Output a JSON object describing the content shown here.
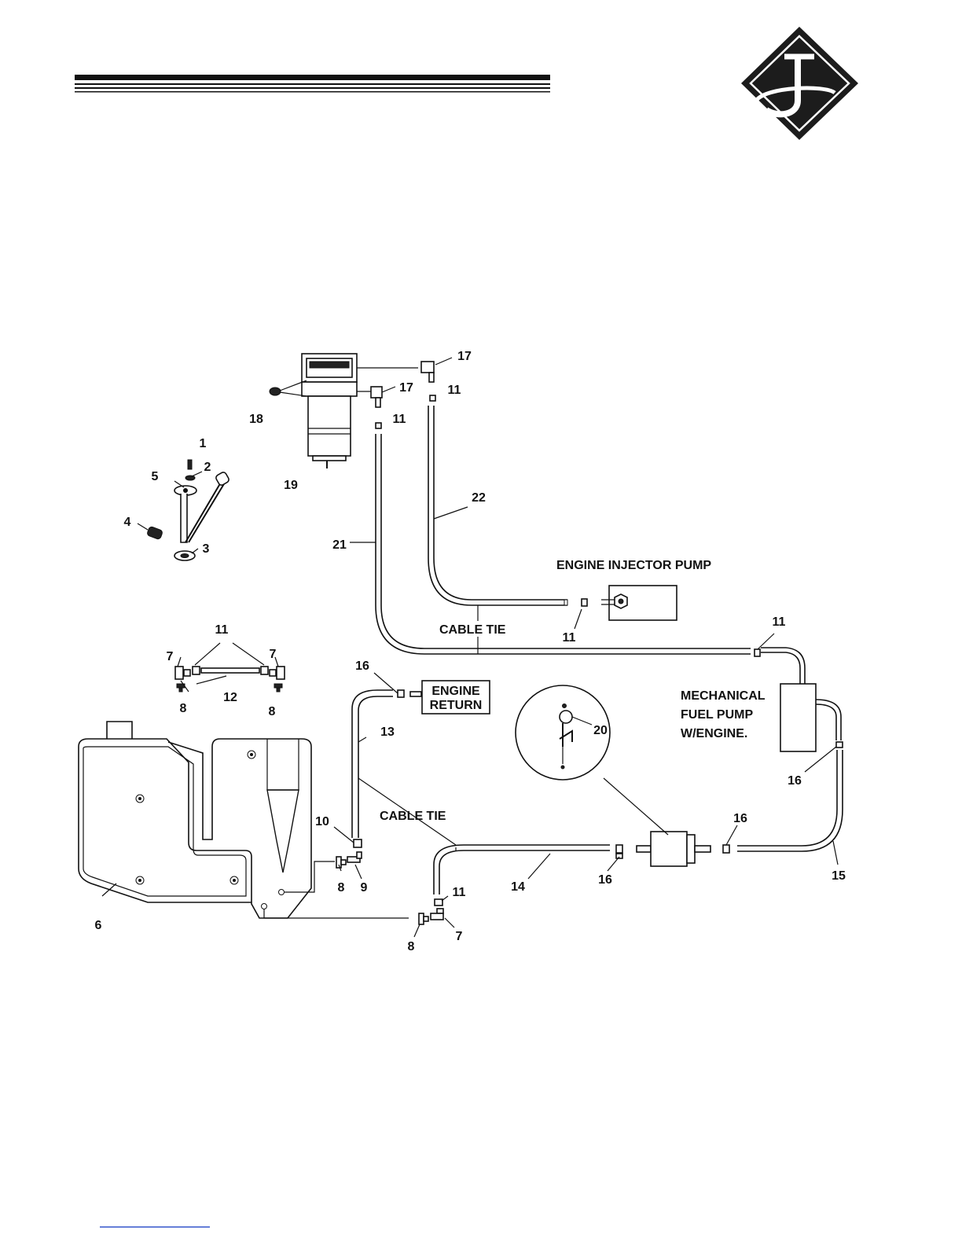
{
  "logo": {
    "icon": "jd-diamond-logo-icon"
  },
  "callouts": {
    "c1": "1",
    "c2": "2",
    "c3": "3",
    "c4": "4",
    "c5": "5",
    "c6": "6",
    "c7": "7",
    "c8": "8",
    "c9": "9",
    "c10": "10",
    "c11": "11",
    "c12": "12",
    "c13": "13",
    "c14": "14",
    "c15": "15",
    "c16": "16",
    "c17": "17",
    "c18": "18",
    "c19": "19",
    "c20": "20",
    "c21": "21",
    "c22": "22"
  },
  "labels": {
    "engine_injector_pump": "ENGINE INJECTOR PUMP",
    "cable_tie": "CABLE TIE",
    "engine_return_1": "ENGINE",
    "engine_return_2": "RETURN",
    "mech_pump_1": "MECHANICAL",
    "mech_pump_2": "FUEL PUMP",
    "mech_pump_3": "W/ENGINE."
  },
  "colors": {
    "ink": "#111111",
    "footer_link": "#3355cc"
  }
}
